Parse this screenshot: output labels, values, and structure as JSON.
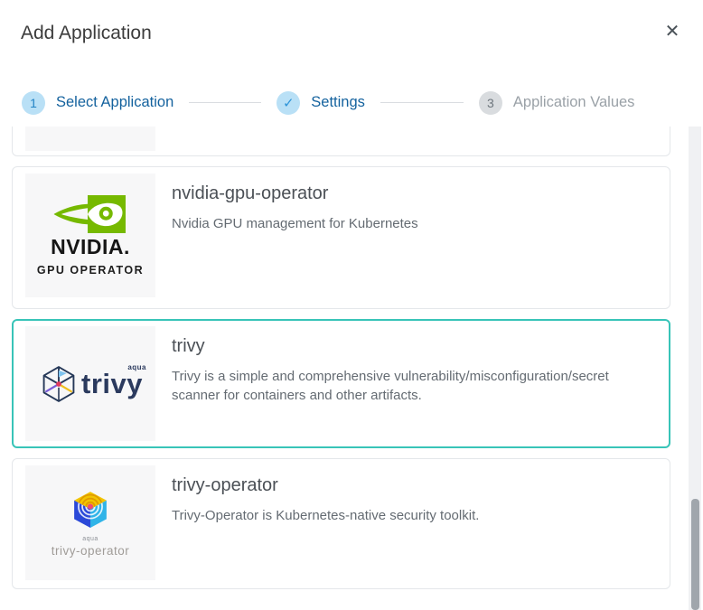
{
  "modal": {
    "title": "Add Application",
    "close_glyph": "✕"
  },
  "stepper": {
    "steps": [
      {
        "number": "1",
        "label": "Select Application",
        "state": "active"
      },
      {
        "glyph": "✓",
        "label": "Settings",
        "state": "done"
      },
      {
        "number": "3",
        "label": "Application Values",
        "state": "upcoming"
      }
    ]
  },
  "apps": [
    {
      "name": "nvidia-gpu-operator",
      "description": "Nvidia GPU management for Kubernetes",
      "selected": false
    },
    {
      "name": "trivy",
      "description": "Trivy is a simple and comprehensive vulnerability/misconfiguration/secret scanner for containers and other artifacts.",
      "selected": true
    },
    {
      "name": "trivy-operator",
      "description": "Trivy-Operator is Kubernetes-native security toolkit.",
      "selected": false
    }
  ],
  "logos": {
    "nvidia": {
      "brand": "NVIDIA.",
      "subtitle": "GPU OPERATOR"
    },
    "trivy": {
      "wordmark": "trivy",
      "vendor": "aqua"
    },
    "trivy_operator": {
      "vendor": "aqua",
      "wordmark": "trivy-operator"
    }
  },
  "colors": {
    "accent_teal": "#38c4b8",
    "step_blue": "#14629e",
    "nvidia_green": "#76b900"
  }
}
